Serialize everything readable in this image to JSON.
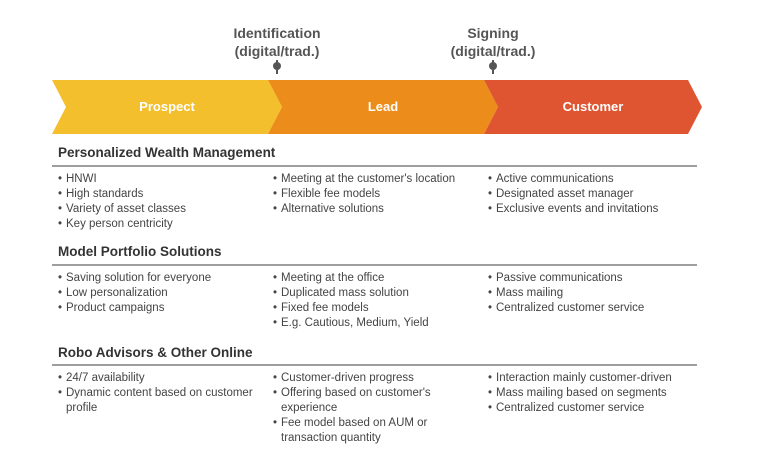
{
  "milestones": [
    {
      "line1": "Identification",
      "line2": "(digital/trad.)"
    },
    {
      "line1": "Signing",
      "line2": "(digital/trad.)"
    }
  ],
  "stages": [
    {
      "label": "Prospect",
      "color": "#f3bf2d"
    },
    {
      "label": "Lead",
      "color": "#ec8c1b"
    },
    {
      "label": "Customer",
      "color": "#e05531"
    }
  ],
  "sections": [
    {
      "title": "Personalized Wealth Management",
      "columns": [
        [
          "HNWI",
          "High standards",
          "Variety of asset classes",
          "Key person centricity"
        ],
        [
          "Meeting at the customer's location",
          "Flexible fee models",
          "Alternative solutions"
        ],
        [
          "Active communications",
          "Designated asset manager",
          "Exclusive events and invitations"
        ]
      ]
    },
    {
      "title": "Model Portfolio Solutions",
      "columns": [
        [
          "Saving solution for everyone",
          "Low personalization",
          "Product campaigns"
        ],
        [
          "Meeting at the office",
          "Duplicated mass solution",
          "Fixed fee models",
          "E.g. Cautious, Medium, Yield"
        ],
        [
          "Passive communications",
          "Mass mailing",
          "Centralized customer service"
        ]
      ]
    },
    {
      "title": "Robo Advisors & Other Online",
      "columns": [
        [
          "24/7 availability",
          "Dynamic content based on customer profile"
        ],
        [
          "Customer-driven progress",
          "Offering based on customer's experience",
          "Fee model based on AUM or transaction quantity"
        ],
        [
          "Interaction mainly customer-driven",
          "Mass mailing based on segments",
          "Centralized customer service"
        ]
      ]
    }
  ]
}
